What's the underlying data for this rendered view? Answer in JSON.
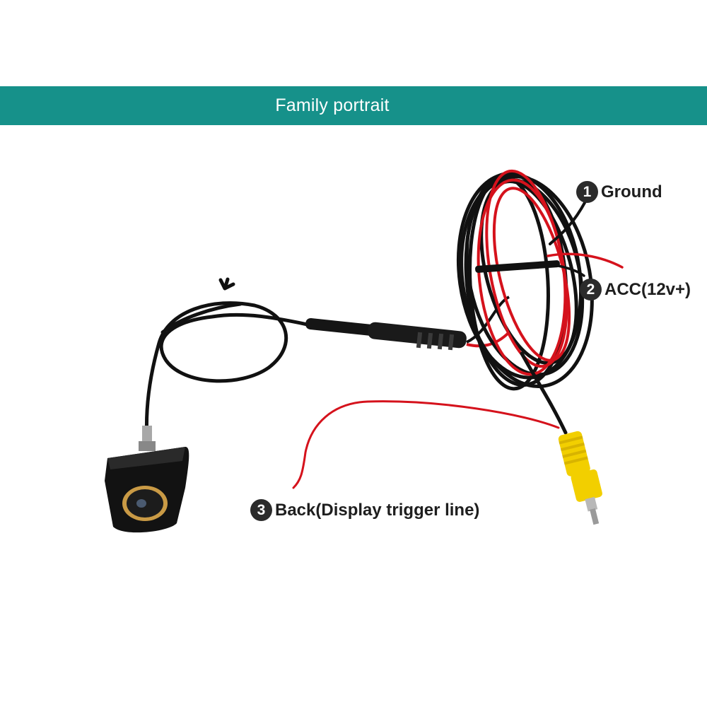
{
  "banner": {
    "title": "Family portrait",
    "color": "#16918a"
  },
  "callouts": [
    {
      "number": "1",
      "label": "Ground"
    },
    {
      "number": "2",
      "label": "ACC(12v+)"
    },
    {
      "number": "3",
      "label": "Back(Display trigger line)"
    }
  ],
  "product_parts": [
    "camera-body",
    "coiled-extension-cable",
    "inline-connector",
    "rca-video-plug",
    "ground-wire",
    "acc-wire",
    "trigger-wire"
  ],
  "colors": {
    "cable": "#111111",
    "red_wire": "#d5121c",
    "rca_plug": "#f2cf00",
    "lens_ring": "#c99a45"
  }
}
